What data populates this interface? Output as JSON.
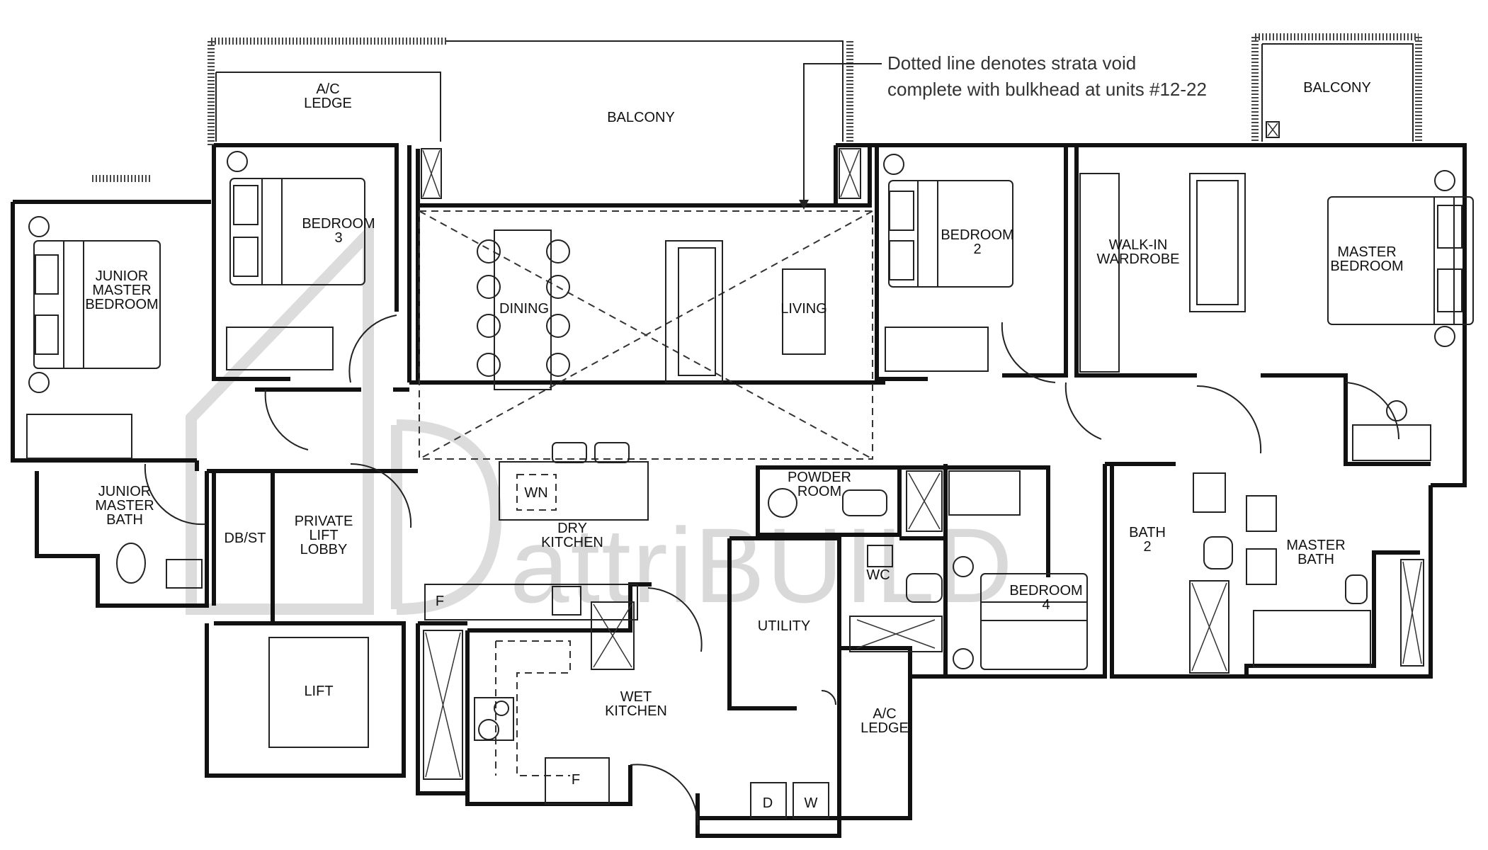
{
  "note": {
    "line1": "Dotted line denotes strata void",
    "line2": "complete with bulkhead at units #12-22"
  },
  "watermark": {
    "text": "attriBUILD"
  },
  "rooms": {
    "ac_ledge_top": [
      "A/C",
      "LEDGE"
    ],
    "balcony_main": [
      "BALCONY"
    ],
    "balcony_master": [
      "BALCONY"
    ],
    "bedroom3": [
      "BEDROOM",
      "3"
    ],
    "junior_master_bedroom": [
      "JUNIOR",
      "MASTER",
      "BEDROOM"
    ],
    "dining": [
      "DINING"
    ],
    "living": [
      "LIVING"
    ],
    "bedroom2": [
      "BEDROOM",
      "2"
    ],
    "walk_in_wardrobe": [
      "WALK-IN",
      "WARDROBE"
    ],
    "master_bedroom": [
      "MASTER",
      "BEDROOM"
    ],
    "junior_master_bath": [
      "JUNIOR",
      "MASTER",
      "BATH"
    ],
    "db_st": [
      "DB/ST"
    ],
    "private_lift_lobby": [
      "PRIVATE",
      "LIFT",
      "LOBBY"
    ],
    "wn": [
      "WN"
    ],
    "dry_kitchen": [
      "DRY",
      "KITCHEN"
    ],
    "powder_room": [
      "POWDER",
      "ROOM"
    ],
    "wc": [
      "WC"
    ],
    "bedroom4": [
      "BEDROOM",
      "4"
    ],
    "bath2": [
      "BATH",
      "2"
    ],
    "master_bath": [
      "MASTER",
      "BATH"
    ],
    "lift": [
      "LIFT"
    ],
    "utility": [
      "UTILITY"
    ],
    "wet_kitchen": [
      "WET",
      "KITCHEN"
    ],
    "ac_ledge_bottom": [
      "A/C",
      "LEDGE"
    ],
    "fridge_dry": [
      "F"
    ],
    "fridge_wet": [
      "F"
    ],
    "dryer": [
      "D"
    ],
    "washer": [
      "W"
    ]
  }
}
